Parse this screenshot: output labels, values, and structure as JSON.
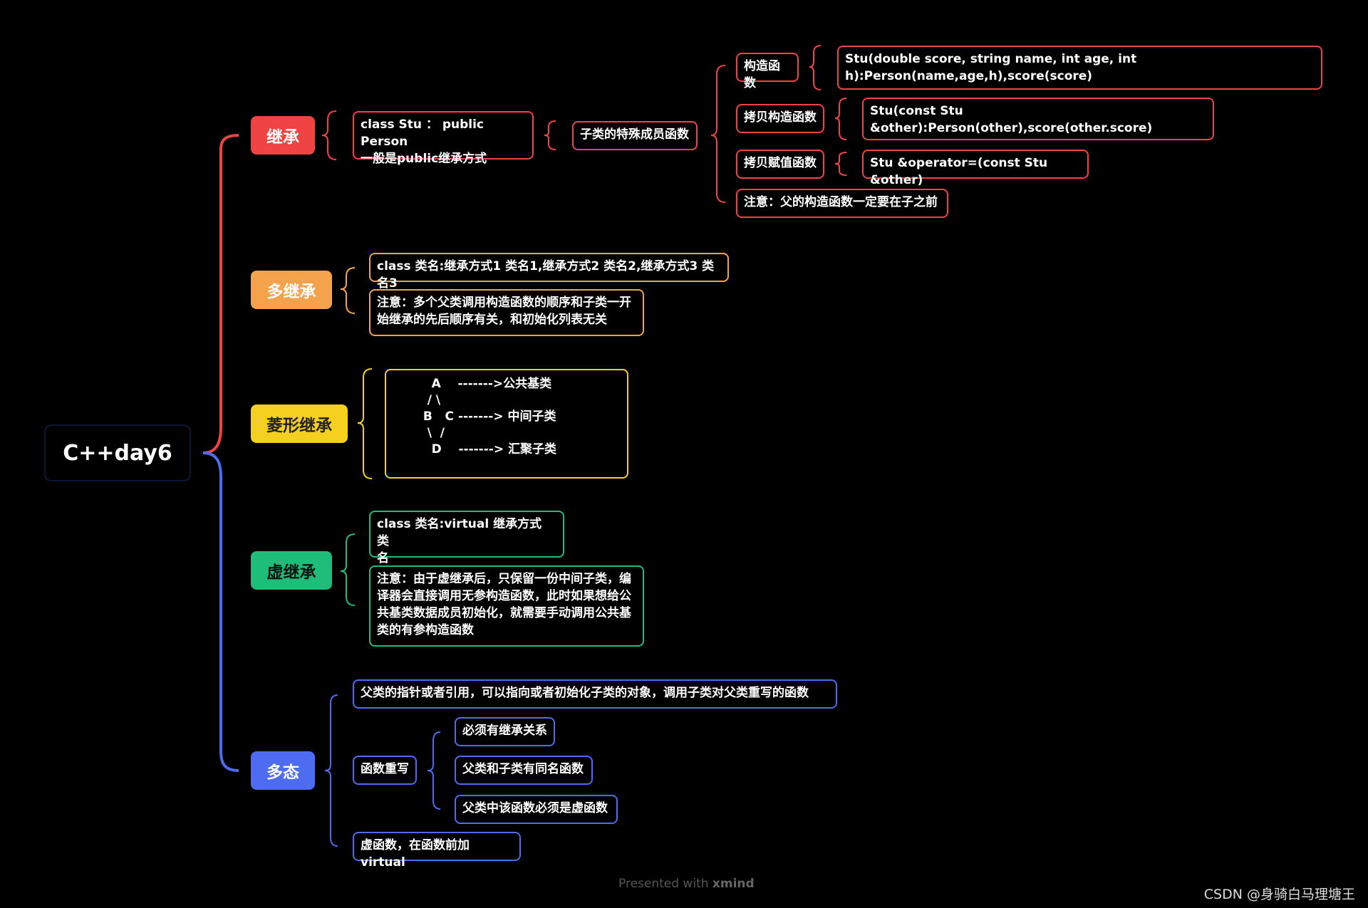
{
  "root": "C++day6",
  "colors": {
    "red": "#f04444",
    "orange": "#f4a24b",
    "yellow": "#f5d020",
    "green": "#1fbd7a",
    "blue": "#4d6cf2"
  },
  "inheritance": {
    "title": "继承",
    "syntax": "class Stu ： public Person\n一般是public继承方式",
    "special_members": "子类的特殊成员函数",
    "constructor": {
      "label": "构造函数",
      "code": "Stu(double score, string name, int age, int\nh):Person(name,age,h),score(score)"
    },
    "copy_constructor": {
      "label": "拷贝构造函数",
      "code": "Stu(const Stu\n&other):Person(other),score(other.score)"
    },
    "copy_assign": {
      "label": "拷贝赋值函数",
      "code": "Stu &operator=(const Stu &other)"
    },
    "note": "注意：父的构造函数一定要在子之前"
  },
  "multiple": {
    "title": "多继承",
    "syntax": "class 类名:继承方式1 类名1,继承方式2 类名2,继承方式3 类名3",
    "note": "注意：多个父类调用构造函数的顺序和子类一开\n始继承的先后顺序有关，和初始化列表无关"
  },
  "diamond": {
    "title": "菱形继承",
    "diagram": "    A    ------->公共基类\n   / \\\n  B   C -------> 中间子类\n   \\  /\n    D    -------> 汇聚子类"
  },
  "virtual": {
    "title": "虚继承",
    "syntax": "class 类名:virtual 继承方式 类\n名",
    "note": "注意：由于虚继承后，只保留一份中间子类，编\n译器会直接调用无参构造函数，此时如果想给公\n共基类数据成员初始化，就需要手动调用公共基\n类的有参构造函数"
  },
  "polymorphism": {
    "title": "多态",
    "pointer": "父类的指针或者引用，可以指向或者初始化子类的对象，调用子类对父类重写的函数",
    "override": {
      "label": "函数重写",
      "items": [
        "必须有继承关系",
        "父类和子类有同名函数",
        "父类中该函数必须是虚函数"
      ]
    },
    "virtual_fn": "虚函数，在函数前加virtual"
  },
  "footer": {
    "prefix": "Presented with ",
    "brand": "xmind"
  },
  "watermark": "CSDN @身骑白马理塘王"
}
